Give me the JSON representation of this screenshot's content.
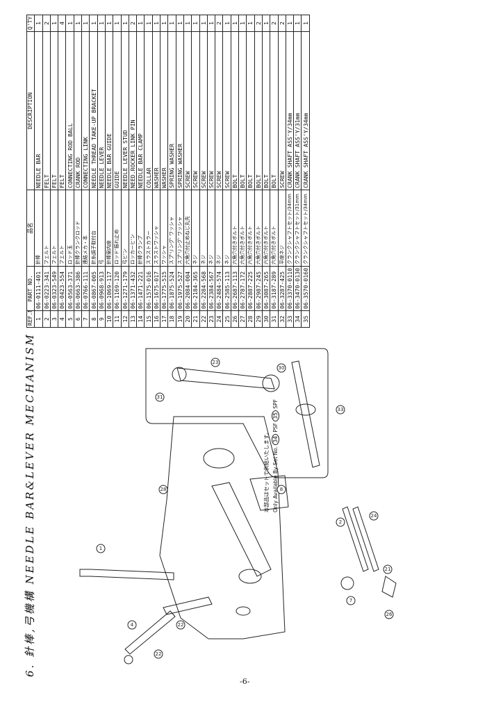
{
  "title": "6. 針棒,弓機構 NEEDLE BAR&LEVER MECHANISM",
  "table": {
    "headers": [
      "REF.NO.",
      "PART NO.",
      "品名",
      "DESCRIPTION",
      "Q'TY"
    ],
    "rows": [
      [
        "1",
        "06-0111-401",
        "針棒",
        "NEEDLE BAR",
        "1"
      ],
      [
        "2",
        "06-0223-341",
        "フェルト",
        "FELT",
        "2"
      ],
      [
        "3",
        "06-0323-549",
        "フェルト",
        "FELT",
        "1"
      ],
      [
        "4",
        "06-0423-554",
        "フェルト",
        "FELT",
        "4"
      ],
      [
        "5",
        "06-0563-371",
        "ロッド玉",
        "CONNECTING ROD BALL",
        "1"
      ],
      [
        "6",
        "06-0663-386",
        "針棒クランクロッド",
        "CRANK ROD",
        "1"
      ],
      [
        "7",
        "06-0766-111",
        "連結メカ・本",
        "CONNECTING LINK",
        "1"
      ],
      [
        "8",
        "06-0867-005",
        "針糸調子取付台",
        "NEEDLE THREAD TAKE-UP BRACKET",
        "1"
      ],
      [
        "9",
        "06-0968-913",
        "弓",
        "NEEDLE LEVER",
        "1"
      ],
      [
        "10",
        "06-1069-117",
        "針棒案内座",
        "NEEDLE BAR GUIDE",
        "1"
      ],
      [
        "11",
        "06-1169-120",
        "ロッド'振れ止め",
        "GUIDE",
        "1"
      ],
      [
        "12",
        "06-1271-179",
        "弓ヒ'ン",
        "NEEDLE LEVER STUD",
        "1"
      ],
      [
        "13",
        "06-1371-432",
        "ロッカーヒ'ン",
        "NEED.ROCKER LINK PIN",
        "2"
      ],
      [
        "14",
        "06-1471-221",
        "針棒クランプ",
        "NEEDLE BAR CLAMP",
        "1"
      ],
      [
        "15",
        "06-1575-016",
        "スラストカラー",
        "COLLAR",
        "1"
      ],
      [
        "16",
        "06-1675-017",
        "スラストワッシャ",
        "WASHER",
        "1"
      ],
      [
        "17",
        "06-1775-515",
        "ワッシャ",
        "WASHER",
        "1"
      ],
      [
        "18",
        "06-1875-524",
        "スプ'リング' ワッシャ",
        "SPRING WASHER",
        "1"
      ],
      [
        "19",
        "06-1975-527",
        "スプ'リング' ワッシャ",
        "SPRING WASHER",
        "1"
      ],
      [
        "20",
        "06-2084-004",
        "六角穴付止めねじ丸先",
        "SCREW",
        "1"
      ],
      [
        "21",
        "06-2184-365",
        "ネジ",
        "SCREW",
        "1"
      ],
      [
        "22",
        "06-2284-568",
        "ネジ",
        "SCREW",
        "1"
      ],
      [
        "23",
        "06-2384-567",
        "ネジ",
        "SCREW",
        "1"
      ],
      [
        "24",
        "06-2484-574",
        "ネジ",
        "SCREW",
        "2"
      ],
      [
        "25",
        "06-2585-113",
        "ネジ",
        "SCREW",
        "1"
      ],
      [
        "26",
        "06-2687-113",
        "六角穴付きボルト",
        "BOLT",
        "1"
      ],
      [
        "27",
        "06-2787-172",
        "六角穴付きボルト",
        "BOLT",
        "1"
      ],
      [
        "28",
        "06-2887-225",
        "六角穴付きボルト",
        "BOLT",
        "1"
      ],
      [
        "29",
        "06-2987-245",
        "六角穴付きボルト",
        "BOLT",
        "2"
      ],
      [
        "30",
        "06-3087-265",
        "六角穴付きボルト",
        "BOLT",
        "1"
      ],
      [
        "31",
        "06-3187-289",
        "六角穴付きボルト",
        "BOLT",
        "2"
      ],
      [
        "32",
        "06-3287-425",
        "平座ネジ",
        "SCREW",
        "2"
      ],
      [
        "33",
        "06-3370-0110",
        "クランクシャフトセット/34mm",
        "CRANK SHAFT ASS'Y/34mm",
        "1"
      ],
      [
        "34",
        "06-3470-0130",
        "クランクシャフトセット/31mm",
        "CRANK SHAFT ASS'Y/31mm",
        "1"
      ],
      [
        "35",
        "06-3570-0160",
        "クランクシャフトセット/34mm",
        "CRANK SHAFT ASS'Y/34mm",
        "1"
      ]
    ]
  },
  "notes": {
    "jp": "本部品はセットで供給いたします。",
    "en": "Only Available By Set No.",
    "set_a_no": "34",
    "set_a_label": "PSF",
    "set_b_no": "35",
    "set_b_label": "SPF"
  },
  "page_number": "-6-"
}
